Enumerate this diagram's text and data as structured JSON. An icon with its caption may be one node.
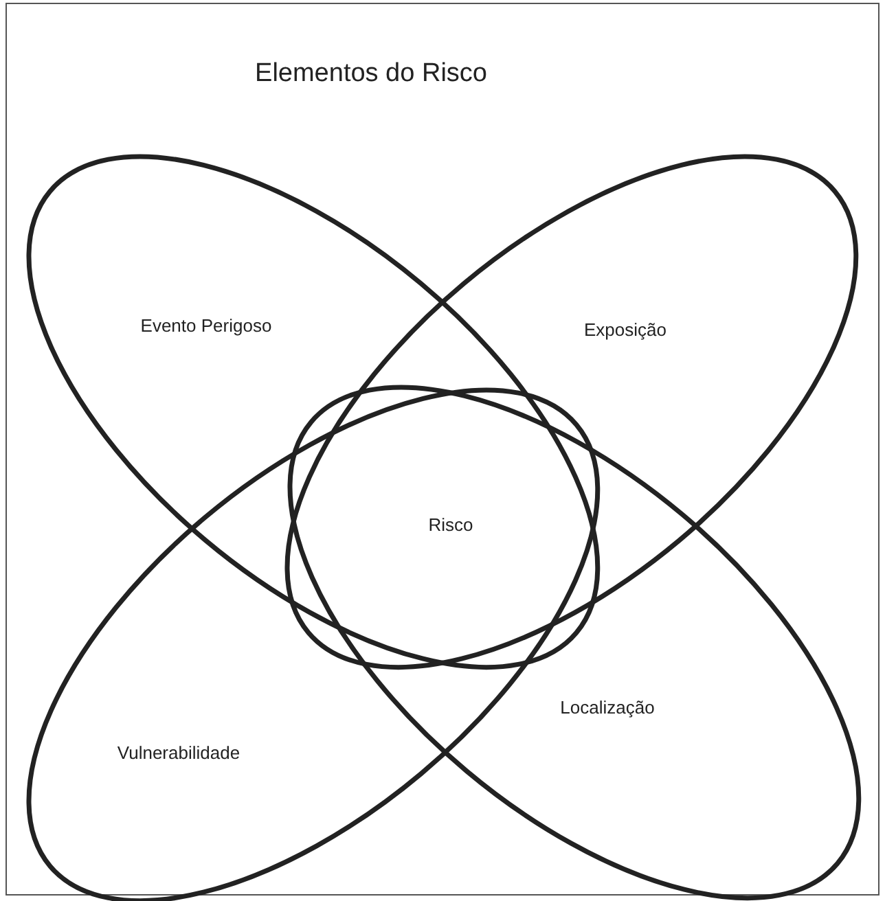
{
  "diagram": {
    "title": "Elementos do Risco",
    "nodes": [
      {
        "text": [
          "Evento Perigoso"
        ]
      },
      {
        "text": [
          "Exposição"
        ]
      },
      {
        "text": [
          "Vulnerabilidade"
        ]
      },
      {
        "text": [
          "Localização"
        ]
      }
    ],
    "labels": [
      "Risco"
    ]
  }
}
